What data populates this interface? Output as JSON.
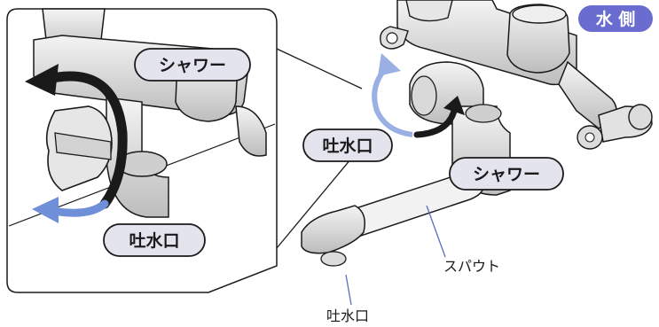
{
  "badge": {
    "label": "水 側"
  },
  "zoom_inset": {
    "shower_label": "シャワー",
    "spout_outlet_label": "吐水口"
  },
  "main_view": {
    "spout_outlet_label": "吐水口",
    "shower_label": "シャワー",
    "spout_label": "スパウト",
    "bottom_outlet_label": "吐水口"
  },
  "colors": {
    "pill_fill": "#e4e4ee",
    "badge_fill": "#6a6dcf",
    "arrow_blue": "#6f8fd8",
    "outline": "#1a1a1a",
    "metal": "#dcdcdc"
  }
}
